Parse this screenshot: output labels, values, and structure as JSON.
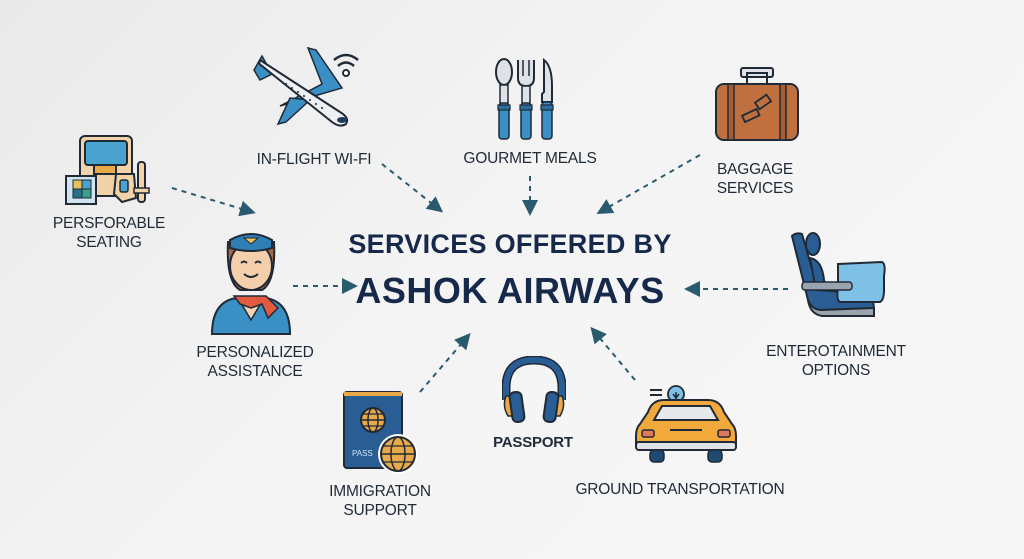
{
  "title": {
    "line1": "SERVICES OFFERED BY",
    "line2": "ASHOK AIRWAYS"
  },
  "services": [
    {
      "id": "seating",
      "label_lines": [
        "PERSFORABLE",
        "SEATING"
      ],
      "icon": "seat-screen-icon"
    },
    {
      "id": "wifi",
      "label_lines": [
        "IN-FLIGHT WI-FI"
      ],
      "icon": "airplane-wifi-icon"
    },
    {
      "id": "meals",
      "label_lines": [
        "GOURMET MEALS"
      ],
      "icon": "cutlery-icon"
    },
    {
      "id": "baggage",
      "label_lines": [
        "BAGGAGE",
        "SERVICES"
      ],
      "icon": "suitcase-icon"
    },
    {
      "id": "assistance",
      "label_lines": [
        "PERSONALIZED",
        "ASSISTANCE"
      ],
      "icon": "flight-attendant-icon"
    },
    {
      "id": "entertainment",
      "label_lines": [
        "ENTEROTAINMENT",
        "OPTIONS"
      ],
      "icon": "airline-seat-pillow-icon"
    },
    {
      "id": "immigration",
      "label_lines": [
        "IMMIGRATION",
        "SUPPORT"
      ],
      "icon": "passport-globe-icon",
      "icon_text": "PASS"
    },
    {
      "id": "passport",
      "label_lines": [
        "PASSPORT"
      ],
      "icon": "headphones-icon"
    },
    {
      "id": "transport",
      "label_lines": [
        "GROUND TRANSPORTATION"
      ],
      "icon": "taxi-car-icon"
    }
  ],
  "colors": {
    "title": "#17294a",
    "text": "#1f2a36",
    "arrow": "#2a5a6e",
    "blue": "#3a8fc4",
    "dark_blue": "#2a5d93",
    "orange": "#e8a94a",
    "brown": "#b8693e",
    "background": "#f2f2f2"
  }
}
